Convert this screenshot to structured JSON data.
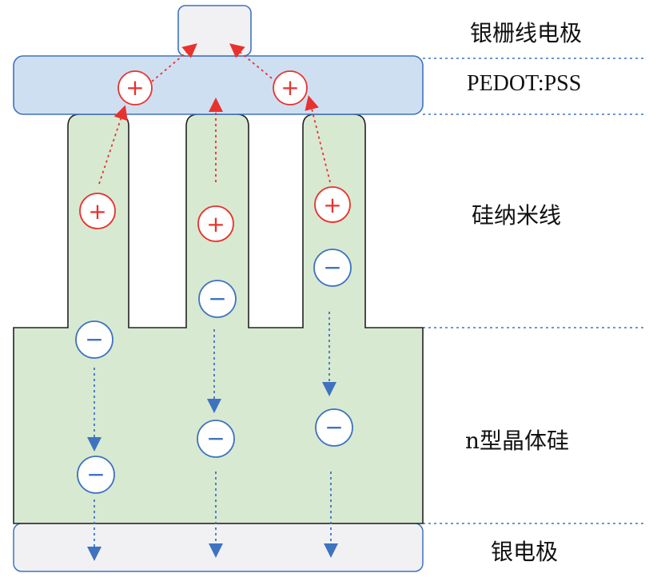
{
  "labels": {
    "grid_electrode": "银栅线电极",
    "pedot": "PEDOT:PSS",
    "nanowire": "硅纳米线",
    "n_si": "n型晶体硅",
    "ag_electrode": "银电极"
  },
  "charges": {
    "hole_symbol": "+",
    "electron_symbol": "−"
  },
  "colors": {
    "hole": "#e8322e",
    "electron": "#3f73c0",
    "pedot_fill": "#cfdff2",
    "silicon_fill": "#d8e9d1",
    "electrode_fill": "#f1f1f3",
    "outline": "#222222"
  }
}
